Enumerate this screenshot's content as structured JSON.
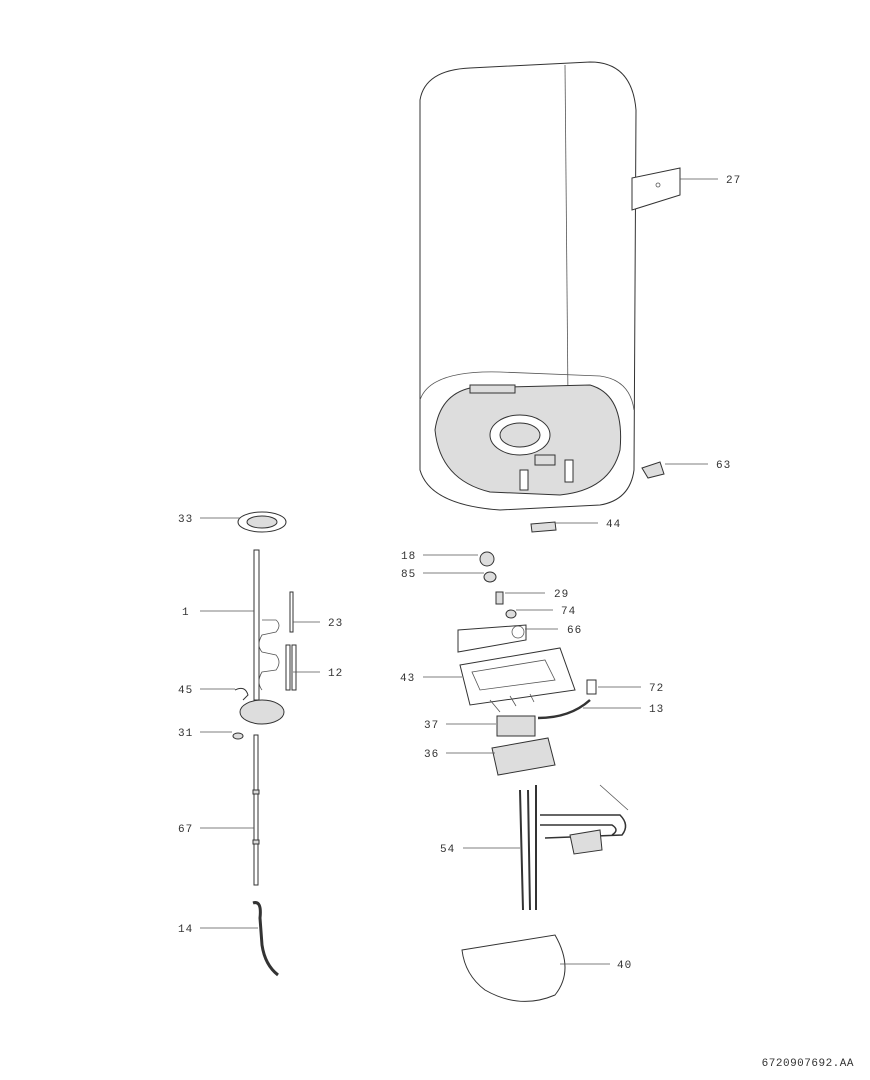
{
  "diagram": {
    "document_number": "6720907692.AA",
    "part_labels": [
      "27",
      "63",
      "44",
      "33",
      "18",
      "85",
      "29",
      "23",
      "74",
      "1",
      "66",
      "12",
      "43",
      "72",
      "45",
      "13",
      "37",
      "31",
      "36",
      "67",
      "54",
      "14",
      "40"
    ]
  }
}
